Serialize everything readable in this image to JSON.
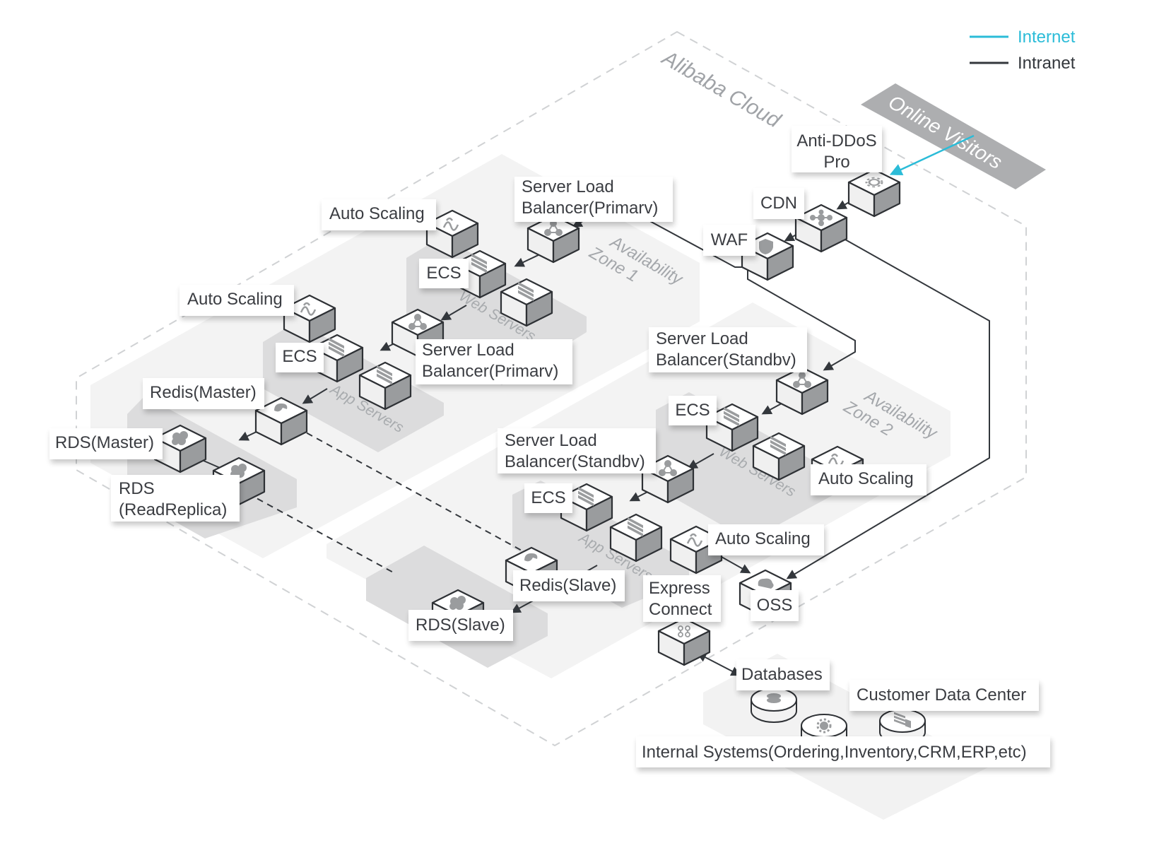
{
  "legend": {
    "internet": {
      "label": "Internet",
      "color": "#2bbcd8"
    },
    "intranet": {
      "label": "Intranet",
      "color": "#33373c"
    }
  },
  "cloud_label": "Alibaba Cloud",
  "visitors_label": "Online Visitors",
  "zones": {
    "zone1": {
      "line1": "Availability",
      "line2": "Zone 1"
    },
    "zone2": {
      "line1": "Availability",
      "line2": "Zone 2"
    }
  },
  "tiers": {
    "web1": "Web Servers",
    "app1": "App Servers",
    "web2": "Web Servers",
    "app2": "App Servers"
  },
  "labels": {
    "anti_ddos": [
      "Anti-DDoS",
      "Pro"
    ],
    "cdn": "CDN",
    "waf": "WAF",
    "slb_primary_web": [
      "Server Load",
      "Balancer(Primarv)"
    ],
    "autoscaling_web1": "Auto Scaling",
    "ecs_web1": "ECS",
    "autoscaling_app1": "Auto Scaling",
    "ecs_app1": "ECS",
    "slb_primary_app": [
      "Server Load",
      "Balancer(Primarv)"
    ],
    "redis_master": "Redis(Master)",
    "rds_master": "RDS(Master)",
    "rds_replica": [
      "RDS",
      "(ReadReplica)"
    ],
    "slb_standby_web": [
      "Server Load",
      "Balancer(Standbv)"
    ],
    "ecs_web2": "ECS",
    "autoscaling_web2": "Auto Scaling",
    "slb_standby_app": [
      "Server Load",
      "Balancer(Standbv)"
    ],
    "ecs_app2": "ECS",
    "autoscaling_app2": "Auto Scaling",
    "redis_slave": "Redis(Slave)",
    "rds_slave": "RDS(Slave)",
    "express_connect": [
      "Express",
      "Connect"
    ],
    "oss": "OSS",
    "databases": "Databases",
    "customer_dc": "Customer Data Center",
    "internal_systems": "Internal Systems(Ordering,Inventory,CRM,ERP,etc)"
  },
  "icons": {
    "anti_ddos": "gear-icon",
    "cdn": "network-hub-icon",
    "waf": "shield-icon",
    "slb": "share-nodes-icon",
    "ecs": "server-rack-icon",
    "autoscaling": "scaling-wave-icon",
    "redis": "redis-icon",
    "rds": "database-cloud-icon",
    "oss": "storage-cloud-icon",
    "express_connect": "connect-nodes-icon",
    "databases": "database-stack-icon",
    "internal_systems": "gear-icon",
    "customer_dc": "server-stack-icon"
  }
}
